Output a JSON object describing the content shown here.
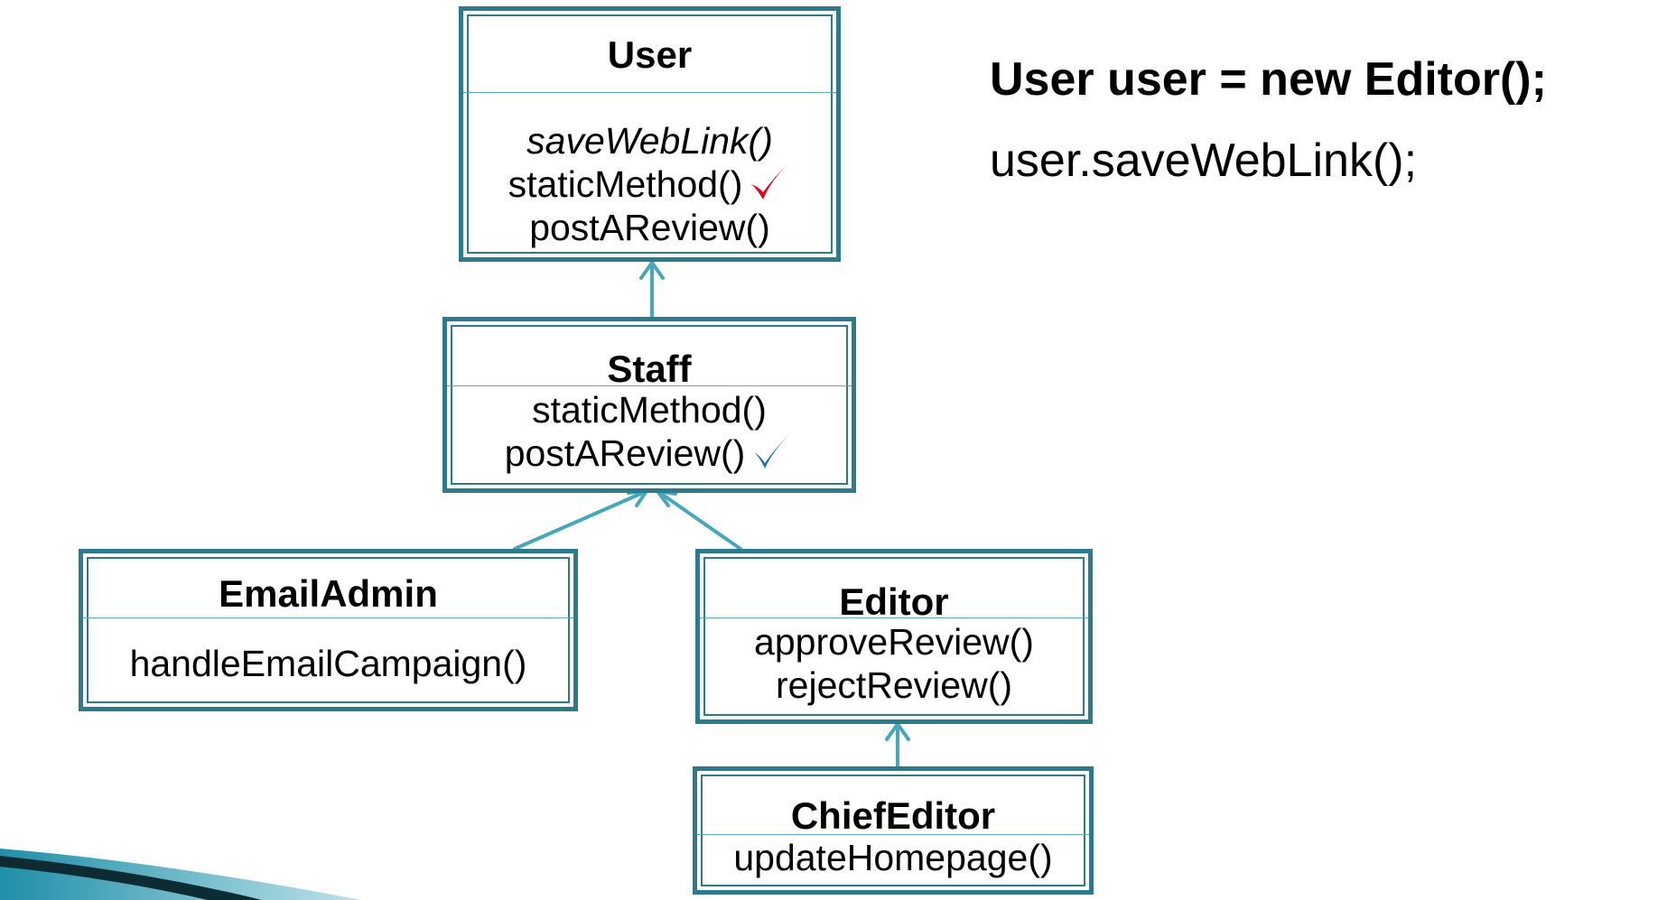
{
  "classes": {
    "user": {
      "name": "User",
      "methods": [
        "saveWebLink()",
        "staticMethod()",
        "postAReview()"
      ]
    },
    "staff": {
      "name": "Staff",
      "methods": [
        "staticMethod()",
        "postAReview()"
      ]
    },
    "emailadmin": {
      "name": "EmailAdmin",
      "methods": [
        "handleEmailCampaign()"
      ]
    },
    "editor": {
      "name": "Editor",
      "methods": [
        "approveReview()",
        "rejectReview()"
      ]
    },
    "chiefeditor": {
      "name": "ChiefEditor",
      "methods": [
        "updateHomepage()"
      ]
    }
  },
  "code": {
    "line1": "User user = new Editor();",
    "line2": "user.saveWebLink();"
  },
  "colors": {
    "box_border": "#2c7b8c",
    "arrow": "#45a7bb",
    "check_red": "#e3001b",
    "check_blue": "#1a6fb8"
  },
  "icons": {
    "red_check": "check-mark-icon",
    "blue_check": "check-mark-icon"
  }
}
